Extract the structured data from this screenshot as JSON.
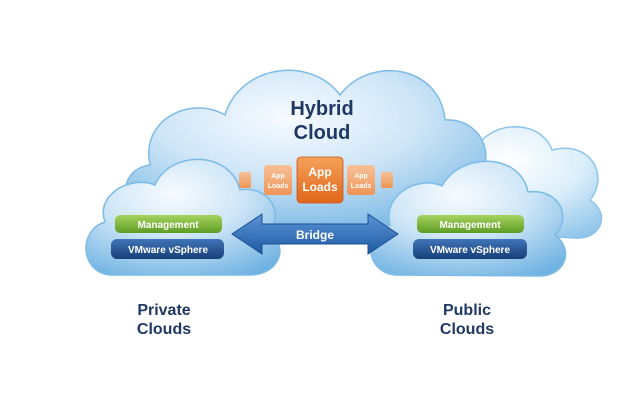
{
  "hybrid_cloud": {
    "title_line1": "Hybrid",
    "title_line2": "Cloud",
    "app_loads_main_line1": "App",
    "app_loads_main_line2": "Loads",
    "app_loads_small_line1": "App",
    "app_loads_small_line2": "Loads"
  },
  "bridge": {
    "label": "Bridge"
  },
  "private_cloud": {
    "management_label": "Management",
    "vsphere_label": "VMware vSphere",
    "caption_line1": "Private",
    "caption_line2": "Clouds"
  },
  "public_cloud": {
    "management_label": "Management",
    "vsphere_label": "VMware vSphere",
    "caption_line1": "Public",
    "caption_line2": "Clouds"
  },
  "colors": {
    "cloud_light": "#eef6fd",
    "cloud_mid": "#a9d2ef",
    "cloud_dark": "#5aa6dc",
    "cloud_outline": "#7cbbe6",
    "management_green": "#7fb83a",
    "vsphere_navy": "#1f4f8f",
    "bridge_blue": "#2868b4",
    "app_loads_orange": "#f07f2a",
    "app_loads_pale": "#f3a66b",
    "title_navy": "#1f3864"
  }
}
